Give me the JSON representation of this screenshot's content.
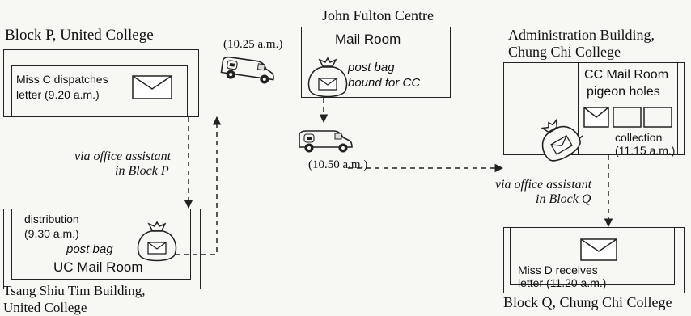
{
  "locations": {
    "block_p": "Block P, United College",
    "john_fulton": "John Fulton Centre",
    "admin_building_line1": "Administration Building,",
    "admin_building_line2": "Chung Chi College",
    "tsang_line1": "Tsang Shiu Tim Building,",
    "tsang_line2": "United College",
    "block_q": "Block Q, Chung Chi College"
  },
  "rooms": {
    "mail_room": "Mail Room",
    "uc_mail_room": "UC Mail Room",
    "cc_mail_room": "CC Mail Room",
    "pigeon_holes": "pigeon holes"
  },
  "events": {
    "dispatch_line1": "Miss C dispatches",
    "dispatch_line2": "letter (9.20 a.m.)",
    "distribution_line1": "distribution",
    "distribution_line2": "(9.30 a.m.)",
    "post_bag": "post bag",
    "post_bag_cc_line1": "post bag",
    "post_bag_cc_line2": "bound for CC",
    "collection_line1": "collection",
    "collection_line2": "(11.15 a.m.)",
    "receive_line1": "Miss D receives",
    "receive_line2": "letter (11.20 a.m.)"
  },
  "routes": {
    "via_p_line1": "via office assistant",
    "via_p_line2": "in Block P",
    "via_q_line1": "via office assistant",
    "via_q_line2": "in Block Q"
  },
  "times": {
    "van_1": "(10.25 a.m.)",
    "van_2": "(10.50 a.m.)"
  },
  "icons": [
    "envelope-icon",
    "mail-bag-icon",
    "mail-van-icon"
  ]
}
